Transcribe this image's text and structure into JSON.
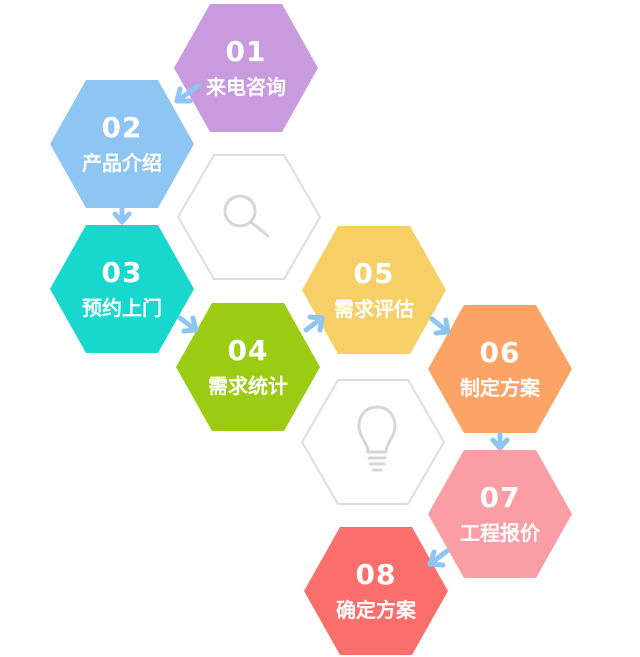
{
  "steps": [
    {
      "num": "01",
      "label": "来电咨询",
      "color": "#C89BDF"
    },
    {
      "num": "02",
      "label": "产品介绍",
      "color": "#8EC5F2"
    },
    {
      "num": "03",
      "label": "预约上门",
      "color": "#18D8CE"
    },
    {
      "num": "04",
      "label": "需求统计",
      "color": "#9CCB14"
    },
    {
      "num": "05",
      "label": "需求评估",
      "color": "#F6CF66"
    },
    {
      "num": "06",
      "label": "制定方案",
      "color": "#FBA466"
    },
    {
      "num": "07",
      "label": "工程报价",
      "color": "#FB9DA4"
    },
    {
      "num": "08",
      "label": "确定方案",
      "color": "#FA6F6C"
    }
  ],
  "decor": {
    "icons": [
      "search-icon",
      "lightbulb-icon"
    ],
    "outline_color": "#DDDDDD",
    "icon_color": "#D6D6D6",
    "arrow_color": "#8EC5F2"
  }
}
